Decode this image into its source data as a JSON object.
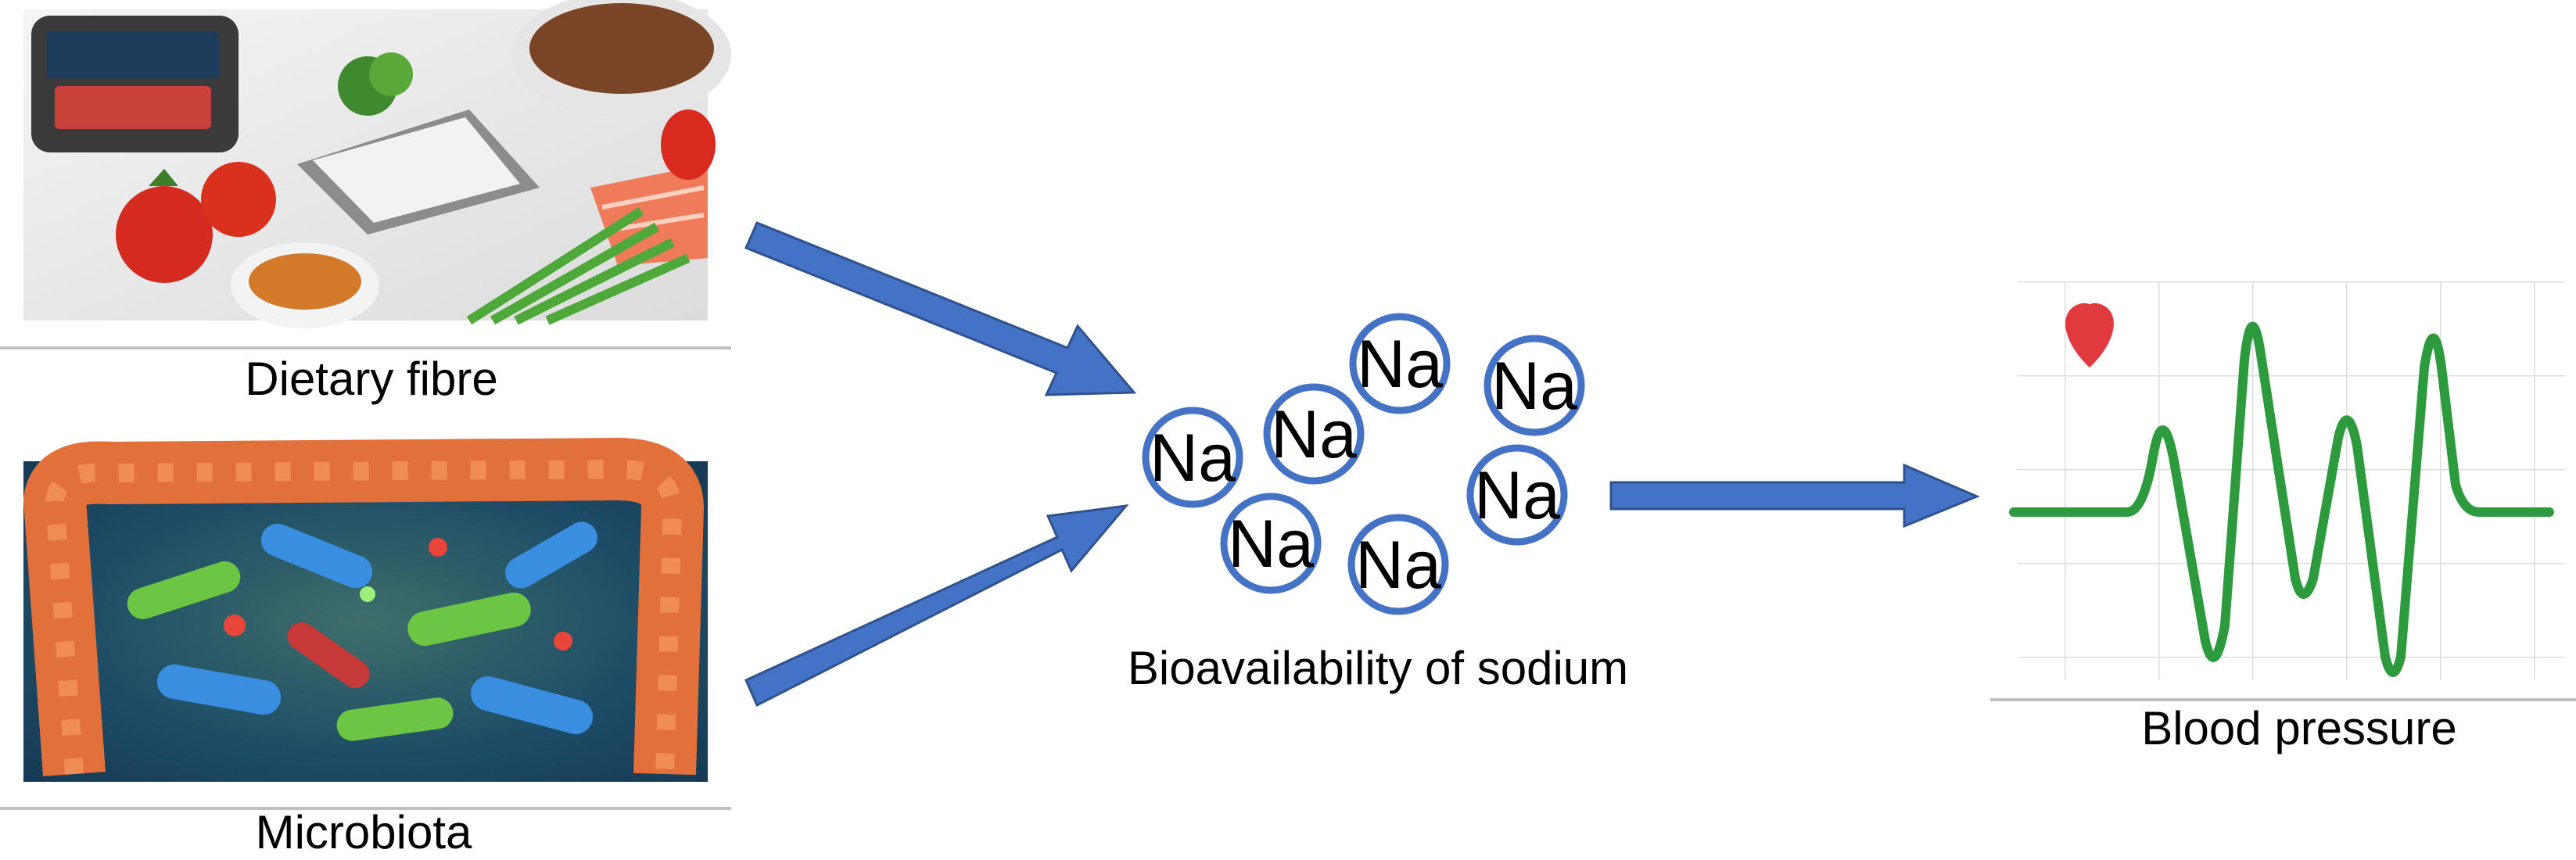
{
  "labels": {
    "dietary_fibre": "Dietary fibre",
    "microbiota": "Microbiota",
    "bioavailability": "Bioavailability of sodium",
    "blood_pressure": "Blood pressure"
  },
  "sodium_symbol": "Na",
  "sodium_ion_count": 7,
  "colors": {
    "arrow_blue": "#4472c4",
    "arrow_outline": "#2f528f",
    "ion_ring": "#4472c4",
    "ecg_green": "#2e9a3e",
    "heart_red": "#e03a3e",
    "gut_orange": "#e2703a",
    "bacteria_blue": "#3a8ee0",
    "bacteria_green": "#6cc644"
  },
  "icons": {
    "food_panel": "food-tray-illustration",
    "gut_panel": "gut-microbiota-illustration",
    "bp_panel": "heart-ecg-illustration"
  }
}
